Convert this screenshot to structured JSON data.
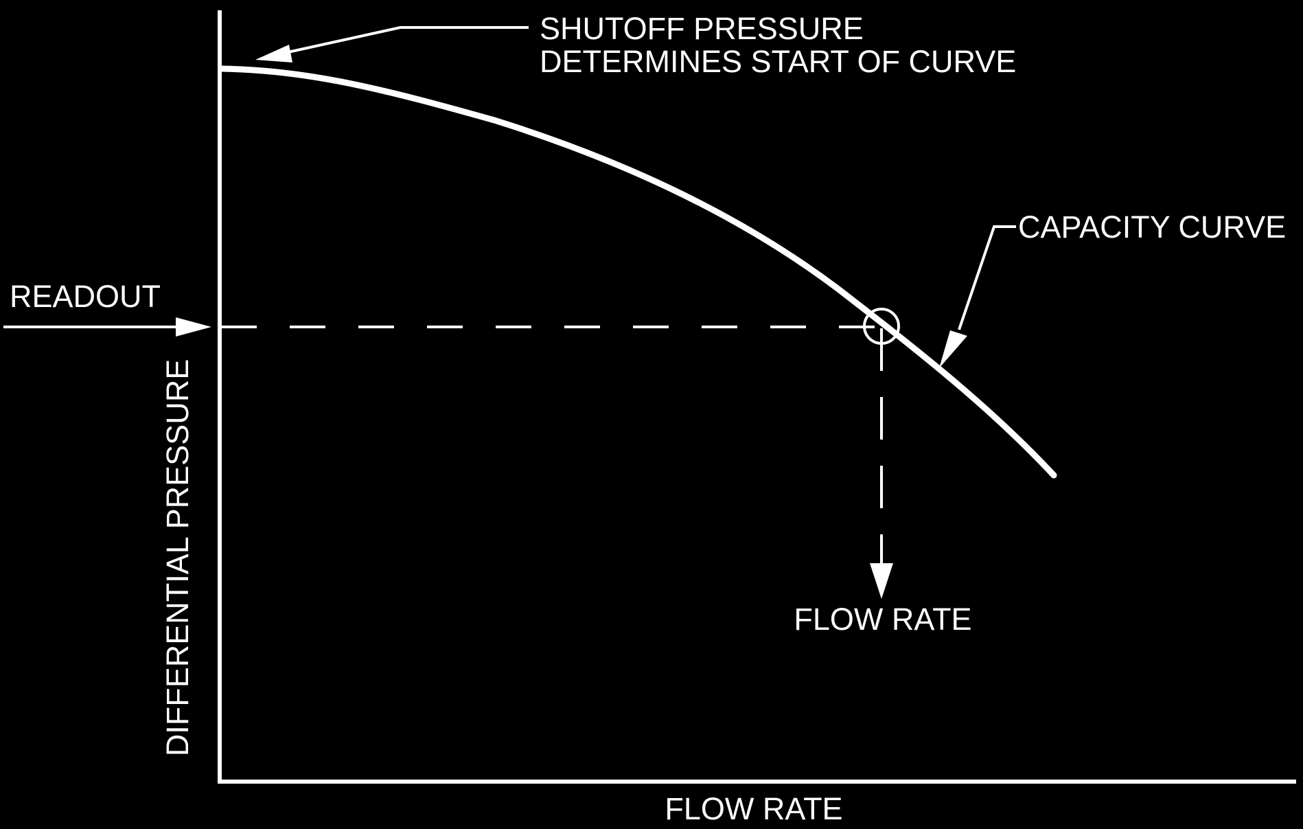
{
  "labels": {
    "shutoff_line1": "SHUTOFF PRESSURE",
    "shutoff_line2": "DETERMINES START OF CURVE",
    "capacity_curve": "CAPACITY CURVE",
    "readout": "READOUT",
    "y_axis": "DIFFERENTIAL PRESSURE",
    "x_axis": "FLOW RATE",
    "flow_rate_output": "FLOW RATE"
  },
  "colors": {
    "background": "#000000",
    "foreground": "#ffffff"
  }
}
